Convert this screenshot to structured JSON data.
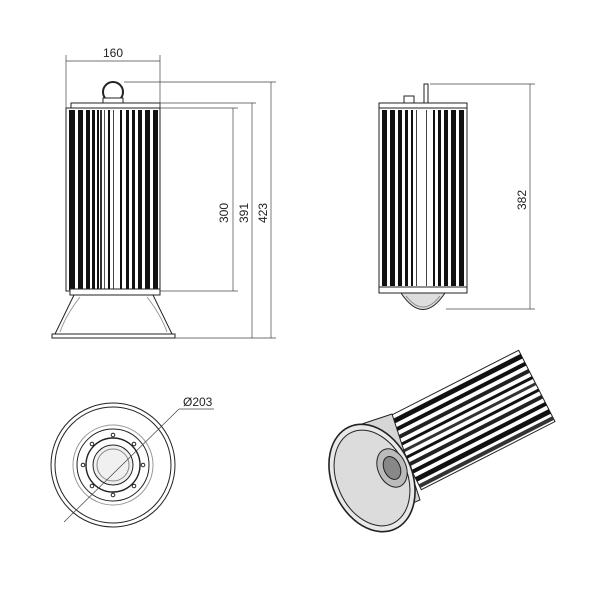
{
  "dimensions": {
    "width_top": "160",
    "h300": "300",
    "h391": "391",
    "h423": "423",
    "h382": "382",
    "diameter": "Ø203"
  },
  "colors": {
    "line": "#222222",
    "fin_dark": "#111111",
    "fin_light": "#e8e8e8",
    "reflector": "#cfcfcf"
  }
}
